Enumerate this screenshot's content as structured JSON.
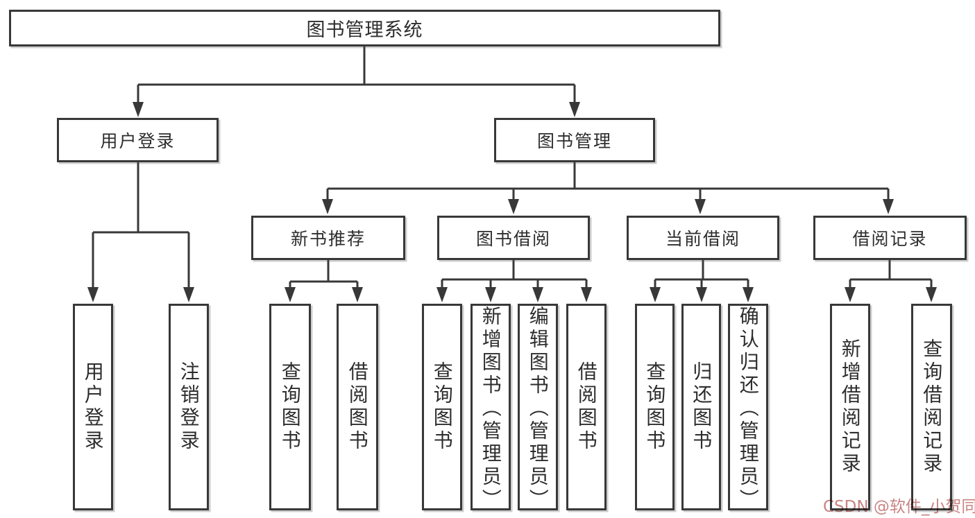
{
  "diagram": {
    "root": {
      "label": "图书管理系统"
    },
    "branches": [
      {
        "label": "用户登录",
        "children": [
          {
            "label": "用户登录"
          },
          {
            "label": "注销登录"
          }
        ]
      },
      {
        "label": "图书管理",
        "children": [
          {
            "label": "新书推荐",
            "children": [
              {
                "label": "查询图书"
              },
              {
                "label": "借阅图书"
              }
            ]
          },
          {
            "label": "图书借阅",
            "children": [
              {
                "label": "查询图书"
              },
              {
                "label": "新增图书（管理员）"
              },
              {
                "label": "编辑图书（管理员）"
              },
              {
                "label": "借阅图书"
              }
            ]
          },
          {
            "label": "当前借阅",
            "children": [
              {
                "label": "查询图书"
              },
              {
                "label": "归还图书"
              },
              {
                "label": "确认归还（管理员）"
              }
            ]
          },
          {
            "label": "借阅记录",
            "children": [
              {
                "label": "新增借阅记录"
              },
              {
                "label": "查询借阅记录"
              }
            ]
          }
        ]
      }
    ]
  },
  "watermark": {
    "label": "CSDN @软件_小贺同学"
  },
  "colors": {
    "background": "#ffffff",
    "line": "#383838",
    "box_border": "#383838",
    "box_fill": "#ffffff",
    "text": "#2d2d2d",
    "watermark": "#c98383"
  }
}
